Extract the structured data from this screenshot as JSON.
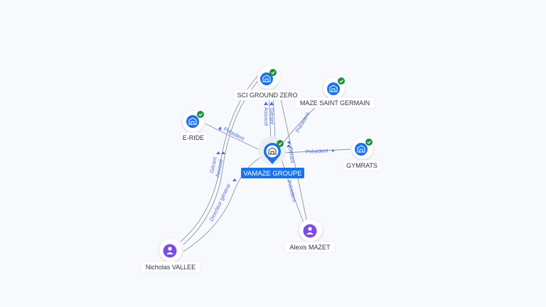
{
  "graph": {
    "center": {
      "label": "VAMAZE GROUPE",
      "icon": "building-icon",
      "verified": true
    },
    "nodes": [
      {
        "id": "sci",
        "label": "SCI GROUND ZERO",
        "type": "company",
        "icon": "building-icon",
        "verified": true
      },
      {
        "id": "maze",
        "label": "MAZE SAINT GERMAIN",
        "type": "company",
        "icon": "building-icon",
        "verified": true
      },
      {
        "id": "eride",
        "label": "E-RIDE",
        "type": "company",
        "icon": "building-icon",
        "verified": true
      },
      {
        "id": "gymrats",
        "label": "GYMRATS",
        "type": "company",
        "icon": "building-icon",
        "verified": true
      },
      {
        "id": "alexis",
        "label": "Alexis MAZET",
        "type": "person",
        "icon": "person-icon",
        "verified": false
      },
      {
        "id": "nicholas",
        "label": "Nicholas VALLEE",
        "type": "person",
        "icon": "person-icon",
        "verified": false
      }
    ],
    "edges": [
      {
        "id": "e1",
        "label": "Gérant",
        "from": "center",
        "to": "sci"
      },
      {
        "id": "e2",
        "label": "Associé",
        "from": "center",
        "to": "sci"
      },
      {
        "id": "e3",
        "label": "Président",
        "from": "center",
        "to": "maze"
      },
      {
        "id": "e4",
        "label": "Président",
        "from": "center",
        "to": "eride"
      },
      {
        "id": "e5",
        "label": "Président",
        "from": "center",
        "to": "gymrats"
      },
      {
        "id": "e6",
        "label": "Gérant",
        "from": "alexis",
        "to": "sci"
      },
      {
        "id": "e7",
        "label": "Président",
        "from": "alexis",
        "to": "center"
      },
      {
        "id": "e8",
        "label": "Gérant",
        "from": "nicholas",
        "to": "sci"
      },
      {
        "id": "e9",
        "label": "Associé",
        "from": "nicholas",
        "to": "sci"
      },
      {
        "id": "e10",
        "label": "Directeur général",
        "from": "nicholas",
        "to": "center"
      }
    ]
  },
  "colors": {
    "company_icon": "#1a73e8",
    "person_icon": "#7c4dde",
    "verified_badge": "#1e8e3e",
    "edge_line": "#8a93a6",
    "edge_label": "#4d6fd6",
    "center_label_bg": "#1a73e8"
  }
}
